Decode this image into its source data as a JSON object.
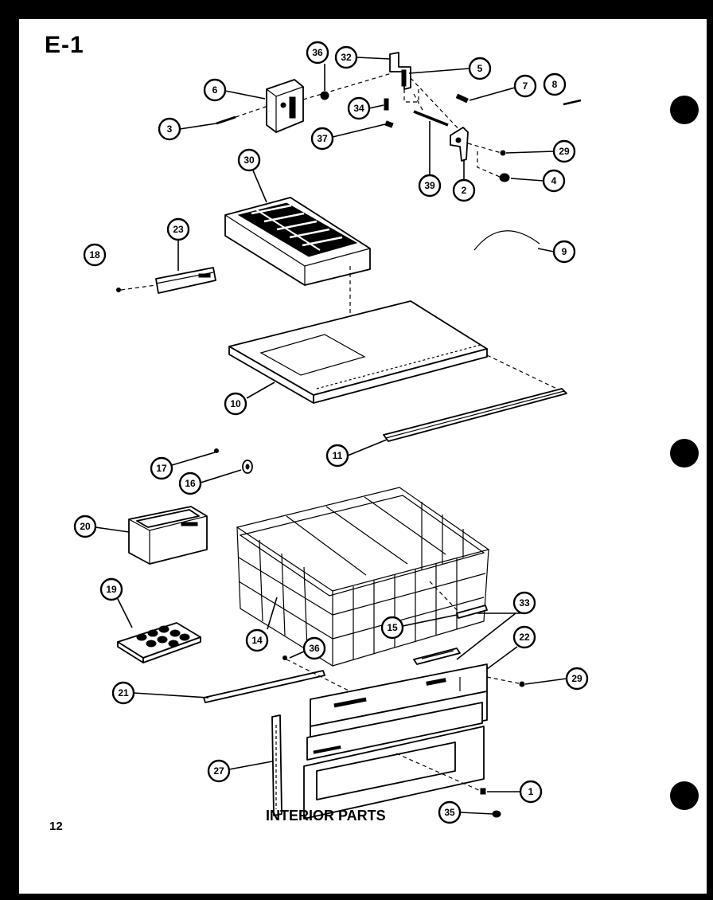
{
  "page_code": "E-1",
  "caption": "INTERIOR PARTS",
  "page_number": "12",
  "callouts": [
    {
      "id": "c36a",
      "label": "36"
    },
    {
      "id": "c32",
      "label": "32"
    },
    {
      "id": "c5",
      "label": "5"
    },
    {
      "id": "c6",
      "label": "6"
    },
    {
      "id": "c7",
      "label": "7"
    },
    {
      "id": "c8",
      "label": "8"
    },
    {
      "id": "c34",
      "label": "34"
    },
    {
      "id": "c3",
      "label": "3"
    },
    {
      "id": "c37",
      "label": "37"
    },
    {
      "id": "c29a",
      "label": "29"
    },
    {
      "id": "c4",
      "label": "4"
    },
    {
      "id": "c39",
      "label": "39"
    },
    {
      "id": "c2",
      "label": "2"
    },
    {
      "id": "c30",
      "label": "30"
    },
    {
      "id": "c23",
      "label": "23"
    },
    {
      "id": "c18",
      "label": "18"
    },
    {
      "id": "c9",
      "label": "9"
    },
    {
      "id": "c10",
      "label": "10"
    },
    {
      "id": "c11",
      "label": "11"
    },
    {
      "id": "c17",
      "label": "17"
    },
    {
      "id": "c16",
      "label": "16"
    },
    {
      "id": "c20",
      "label": "20"
    },
    {
      "id": "c19",
      "label": "19"
    },
    {
      "id": "c14",
      "label": "14"
    },
    {
      "id": "c15",
      "label": "15"
    },
    {
      "id": "c33",
      "label": "33"
    },
    {
      "id": "c22",
      "label": "22"
    },
    {
      "id": "c36b",
      "label": "36"
    },
    {
      "id": "c29b",
      "label": "29"
    },
    {
      "id": "c21",
      "label": "21"
    },
    {
      "id": "c27",
      "label": "27"
    },
    {
      "id": "c1",
      "label": "1"
    },
    {
      "id": "c35",
      "label": "35"
    }
  ]
}
